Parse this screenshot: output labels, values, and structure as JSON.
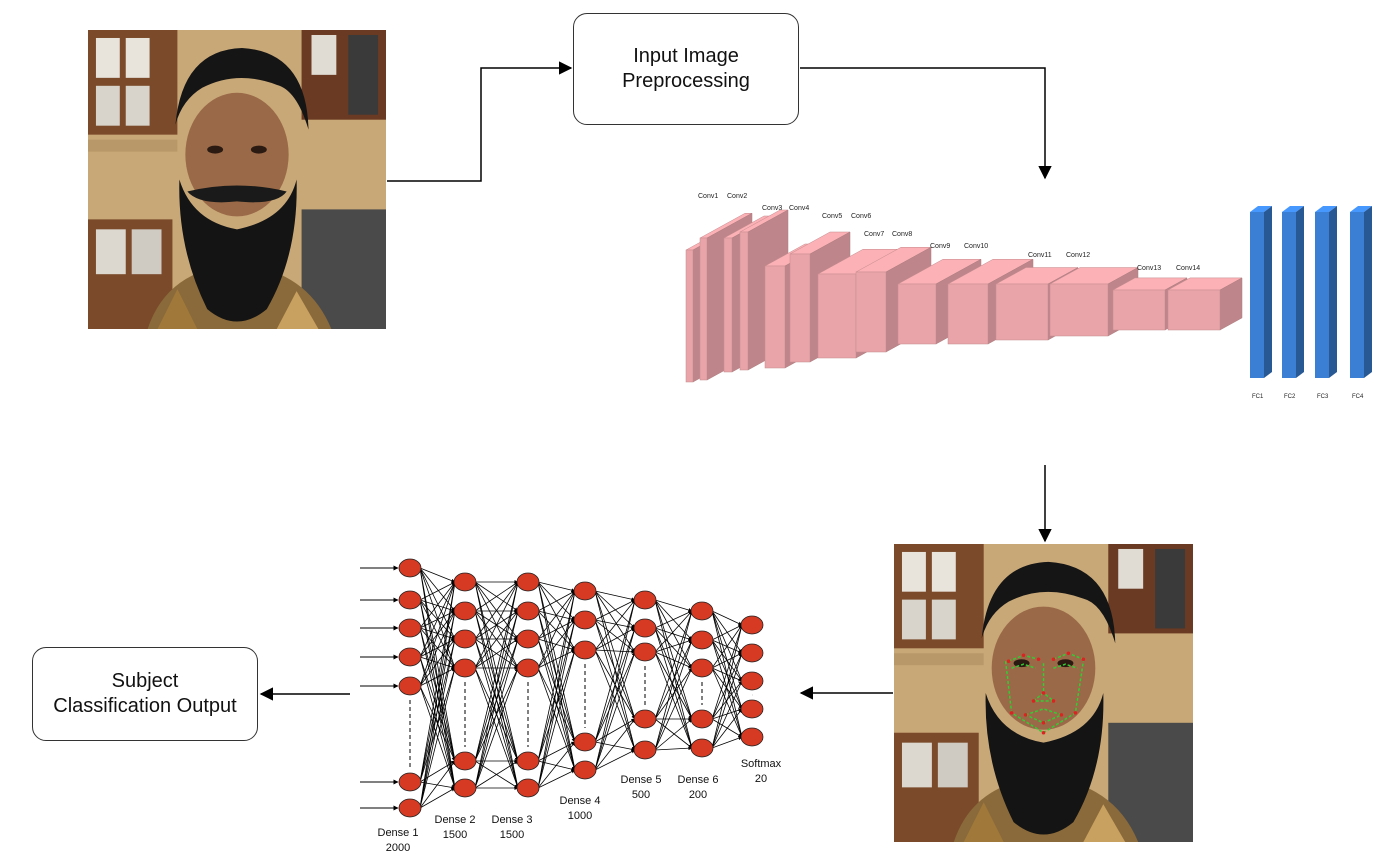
{
  "boxes": {
    "input_preprocessing": "Input Image\nPreprocessing",
    "classification_output": "Subject\nClassification Output"
  },
  "cnn": {
    "conv_labels": [
      "Conv1",
      "Conv2",
      "Conv3",
      "Conv4",
      "Conv5",
      "Conv6",
      "Conv7",
      "Conv8",
      "Conv9",
      "Conv10",
      "Conv11",
      "Conv12",
      "Conv13",
      "Conv14"
    ],
    "fc_labels": [
      "FC1",
      "FC2",
      "FC3",
      "FC4"
    ],
    "colors": {
      "conv": "#e8a4a8",
      "fc": "#3b7fd4"
    }
  },
  "dense": {
    "layers": [
      {
        "name": "Dense 1",
        "units": "2000"
      },
      {
        "name": "Dense 2",
        "units": "1500"
      },
      {
        "name": "Dense 3",
        "units": "1500"
      },
      {
        "name": "Dense 4",
        "units": "1000"
      },
      {
        "name": "Dense 5",
        "units": "500"
      },
      {
        "name": "Dense 6",
        "units": "200"
      },
      {
        "name": "Softmax",
        "units": "20"
      }
    ],
    "node_color": "#d63a22"
  },
  "photos": {
    "input_face": "face-photo",
    "landmark_face": "face-photo-with-landmarks"
  }
}
